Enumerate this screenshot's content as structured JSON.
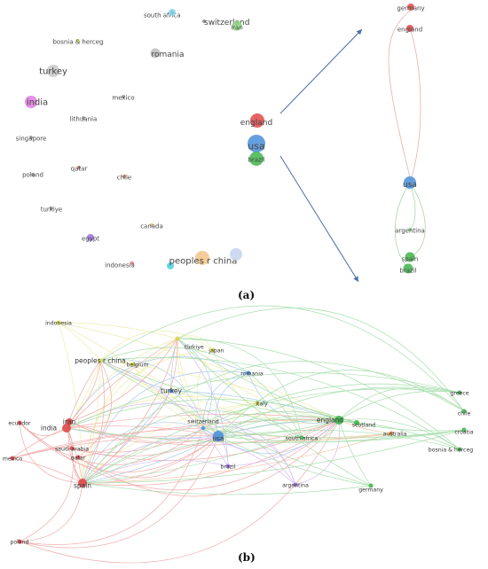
{
  "panels": [
    {
      "id": "a",
      "caption": "(a)",
      "nodes": [
        {
          "label": "south africa",
          "color": "#8a8a8a",
          "size": 1
        },
        {
          "label": "",
          "color": "#7fd3e8",
          "size": 2
        },
        {
          "label": "switzerland",
          "color": "#8a8a8a",
          "size": 1
        },
        {
          "label": "iran",
          "color": "#8bd77e",
          "size": 3
        },
        {
          "label": "bosnia & herceg",
          "color": "#c8d85a",
          "size": 1
        },
        {
          "label": "romania",
          "color": "#bdbdbd",
          "size": 3
        },
        {
          "label": "turkey",
          "color": "#c9c9c9",
          "size": 4
        },
        {
          "label": "india",
          "color": "#e07be0",
          "size": 4
        },
        {
          "label": "mexico",
          "color": "#9a9a9a",
          "size": 1
        },
        {
          "label": "lithuania",
          "color": "#9a9a9a",
          "size": 1
        },
        {
          "label": "singapore",
          "color": "#9a9a9a",
          "size": 1
        },
        {
          "label": "qatar",
          "color": "#c56b6b",
          "size": 1
        },
        {
          "label": "poland",
          "color": "#9a9a9a",
          "size": 1
        },
        {
          "label": "chile",
          "color": "#e07070",
          "size": 1
        },
        {
          "label": "turkiye",
          "color": "#9a9a9a",
          "size": 1
        },
        {
          "label": "egypt",
          "color": "#9b6fe0",
          "size": 2
        },
        {
          "label": "canada",
          "color": "#e0b070",
          "size": 1
        },
        {
          "label": "indonesia",
          "color": "#e07b7b",
          "size": 1
        },
        {
          "label": "",
          "color": "#4fd1d9",
          "size": 2
        },
        {
          "label": "peoples r china",
          "color": "#f3c48a",
          "size": 5
        },
        {
          "label": "",
          "color": "#c4d4ee",
          "size": 4
        },
        {
          "label": "england",
          "color": "#e04848",
          "size": 5
        },
        {
          "label": "usa",
          "color": "#4a8fd8",
          "size": 6
        },
        {
          "label": "brazil",
          "color": "#3fb54a",
          "size": 5
        },
        {
          "label": "germany",
          "color": "#e04848",
          "size": 2
        },
        {
          "label": "england",
          "color": "#e04848",
          "size": 2
        },
        {
          "label": "usa",
          "color": "#4a8fd8",
          "size": 4
        },
        {
          "label": "argentina",
          "color": "#8ac78a",
          "size": 1
        },
        {
          "label": "spain",
          "color": "#3fb54a",
          "size": 3
        },
        {
          "label": "brazil",
          "color": "#3fb54a",
          "size": 3
        }
      ]
    },
    {
      "id": "b",
      "caption": "(b)",
      "nodes": [
        {
          "label": "indonesia",
          "color": "#d8d848",
          "cluster": "yellow"
        },
        {
          "label": "türkiye",
          "color": "#d8d848",
          "cluster": "yellow"
        },
        {
          "label": "japan",
          "color": "#d8d848",
          "cluster": "yellow"
        },
        {
          "label": "peoples r china",
          "color": "#d8d848",
          "cluster": "yellow"
        },
        {
          "label": "belgium",
          "color": "#d8d848",
          "cluster": "yellow"
        },
        {
          "label": "romania",
          "color": "#4a90d9",
          "cluster": "blue"
        },
        {
          "label": "turkey",
          "color": "#4a90d9",
          "cluster": "blue"
        },
        {
          "label": "italy",
          "color": "#d8d848",
          "cluster": "yellow"
        },
        {
          "label": "switzerland",
          "color": "#4a90d9",
          "cluster": "blue"
        },
        {
          "label": "usa",
          "color": "#4a90d9",
          "cluster": "blue"
        },
        {
          "label": "iran",
          "color": "#e04848",
          "cluster": "red"
        },
        {
          "label": "ecuador",
          "color": "#e04848",
          "cluster": "red"
        },
        {
          "label": "india",
          "color": "#e04848",
          "cluster": "red"
        },
        {
          "label": "saudi arabia",
          "color": "#e04848",
          "cluster": "red"
        },
        {
          "label": "qatar",
          "color": "#e04848",
          "cluster": "red"
        },
        {
          "label": "mexico",
          "color": "#e04848",
          "cluster": "red"
        },
        {
          "label": "spain",
          "color": "#e04848",
          "cluster": "red"
        },
        {
          "label": "poland",
          "color": "#e04848",
          "cluster": "red"
        },
        {
          "label": "england",
          "color": "#3fb54a",
          "cluster": "green"
        },
        {
          "label": "scotland",
          "color": "#3fb54a",
          "cluster": "green"
        },
        {
          "label": "south africa",
          "color": "#3fb54a",
          "cluster": "green"
        },
        {
          "label": "australia",
          "color": "#e09040",
          "cluster": "orange"
        },
        {
          "label": "brazil",
          "color": "#9b6fe0",
          "cluster": "purple"
        },
        {
          "label": "argentina",
          "color": "#9b6fe0",
          "cluster": "purple"
        },
        {
          "label": "germany",
          "color": "#3fb54a",
          "cluster": "green"
        },
        {
          "label": "greece",
          "color": "#3fb54a",
          "cluster": "green"
        },
        {
          "label": "chile",
          "color": "#3fb54a",
          "cluster": "green"
        },
        {
          "label": "croatia",
          "color": "#3fb54a",
          "cluster": "green"
        },
        {
          "label": "bosnia & herceg",
          "color": "#3fb54a",
          "cluster": "green"
        }
      ]
    }
  ],
  "colors": {
    "red": "#e04848",
    "green": "#3fb54a",
    "blue": "#4a90d9",
    "yellow": "#d8d848",
    "purple": "#9b6fe0",
    "orange": "#e09040",
    "arrow": "#4a6fa8"
  }
}
